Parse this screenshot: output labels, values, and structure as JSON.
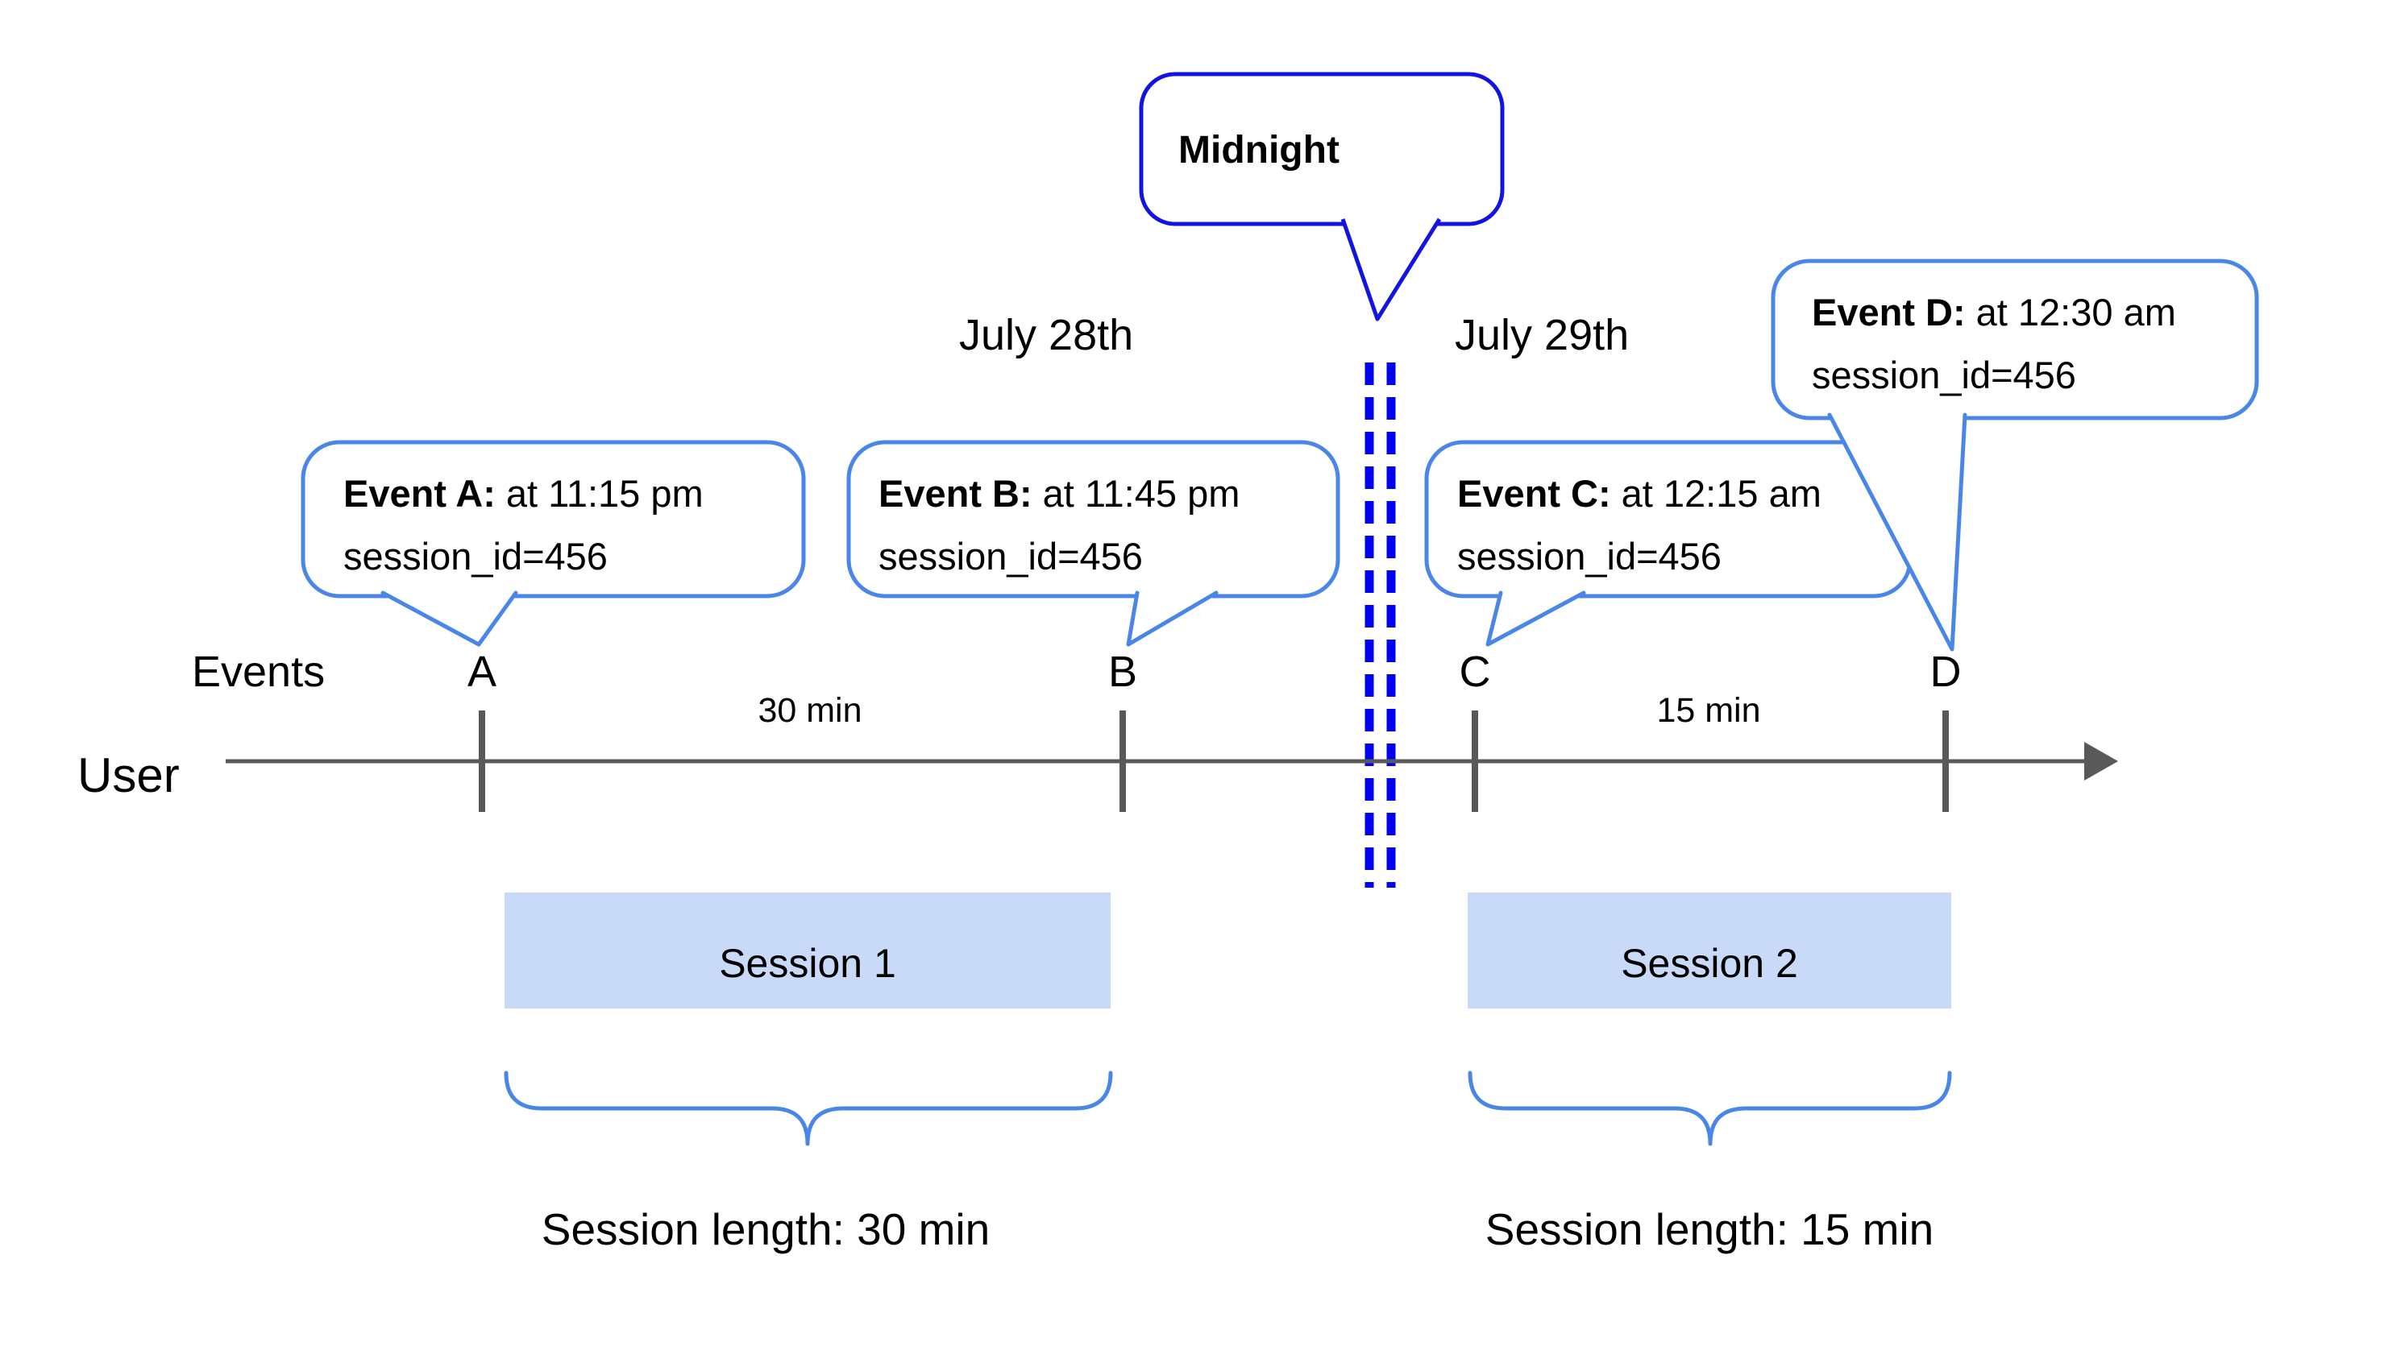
{
  "dates": {
    "left": "July 28th",
    "right": "July 29th"
  },
  "midnight_label": "Midnight",
  "axis": {
    "events_label": "Events",
    "user_label": "User"
  },
  "events": [
    {
      "letter": "A",
      "name": "Event A:",
      "time": "at 11:15 pm",
      "session": "session_id=456"
    },
    {
      "letter": "B",
      "name": "Event B:",
      "time": "at 11:45 pm",
      "session": "session_id=456"
    },
    {
      "letter": "C",
      "name": "Event C:",
      "time": "at 12:15 am",
      "session": "session_id=456"
    },
    {
      "letter": "D",
      "name": "Event D:",
      "time": "at 12:30 am",
      "session": "session_id=456"
    }
  ],
  "sessions": [
    {
      "name": "Session 1",
      "gap_label": "30 min",
      "length_label": "Session length: 30 min"
    },
    {
      "name": "Session 2",
      "gap_label": "15 min",
      "length_label": "Session length: 15 min"
    }
  ],
  "colors": {
    "accent_blue": "#4a86e8",
    "midnight_blue": "#1414e0",
    "dash_blue": "#0000f2",
    "axis_gray": "#595959",
    "session_fill": "#c9daf8"
  }
}
